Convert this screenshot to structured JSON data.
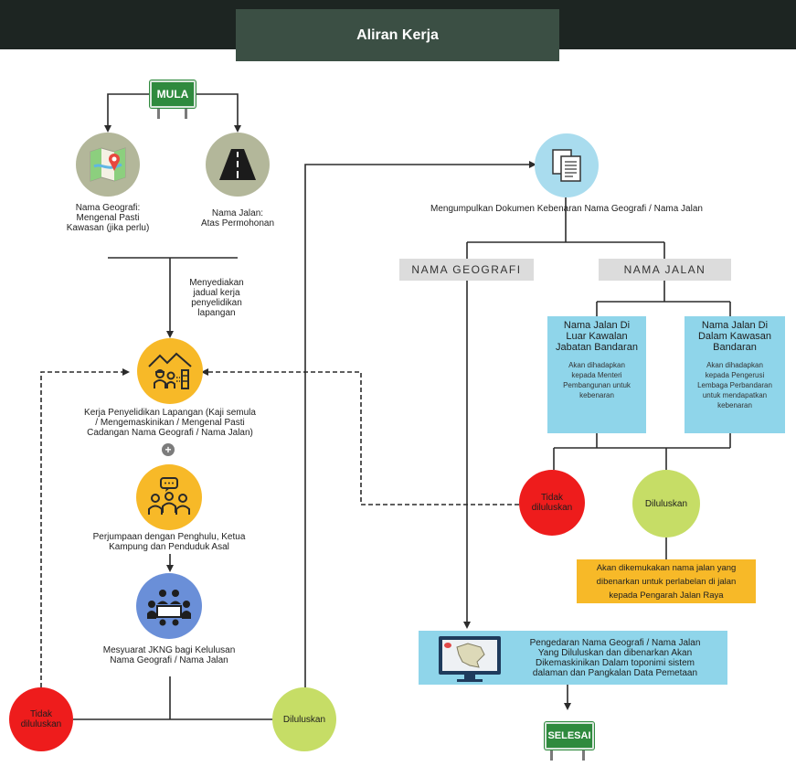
{
  "header": {
    "title": "Aliran Kerja"
  },
  "signs": {
    "start": "MULA",
    "end": "SELESAI"
  },
  "left": {
    "nama_geografi_label": "Nama Geografi:\nMengenal Pasti\nKawasan (jika perlu)",
    "nama_jalan_label": "Nama Jalan:\nAtas Permohonan",
    "step_note": "Menyediakan\njadual kerja\npenyelidikan\nlapangan",
    "fieldwork_label": "Kerja Penyelidikan Lapangan (Kaji semula\n/ Mengemaskinikan / Mengenal Pasti\nCadangan Nama Geografi / Nama Jalan)",
    "meeting_label": "Perjumpaan dengan Penghulu, Ketua\nKampung dan Penduduk Asal",
    "jkng_label": "Mesyuarat JKNG bagi Kelulusan\nNama Geografi / Nama Jalan",
    "rejected": "Tidak\ndiluluskan",
    "approved": "Diluluskan"
  },
  "right": {
    "collect_label": "Mengumpulkan Dokumen Kebenaran Nama Geografi / Nama Jalan",
    "head_geografi": "NAMA GEOGRAFI",
    "head_jalan": "NAMA JALAN",
    "box_outside": {
      "title": "Nama Jalan Di\nLuar Kawalan\nJabatan Bandaran",
      "body": "Akan dihadapkan\nkepada Menteri\nPembangunan untuk\nkebenaran"
    },
    "box_inside": {
      "title": "Nama Jalan Di\nDalam Kawasan\nBandaran",
      "body": "Akan dihadapkan\nkepada Pengerusi\nLembaga Perbandaran\nuntuk mendapatkan\nkebenaran"
    },
    "rejected": "Tidak\ndiluluskan",
    "approved": "Diluluskan",
    "yellow_note": "Akan dikemukakan nama jalan yang\ndibenarkan untuk perlabelan di jalan\nkepada Pengarah Jalan Raya",
    "distribution": "Pengedaran Nama Geografi / Nama Jalan\nYang Diluluskan  dan dibenarkan Akan\nDikemaskinikan Dalam toponimi sistem\ndalaman dan Pangkalan Data Pemetaan"
  },
  "plus_symbol": "+",
  "colors": {
    "top_bar": "#1d2522",
    "title_box": "#3b4f44",
    "sign_green": "#2f8a3e",
    "sage": "#b3b79a",
    "yellow": "#f7b928",
    "red": "#ee1c1c",
    "lime": "#c6dd66",
    "light_blue": "#8fd5ea",
    "sky_circle": "#a9dcee",
    "meeting_blue": "#6a8fd8",
    "grey": "#dcdcdc"
  }
}
